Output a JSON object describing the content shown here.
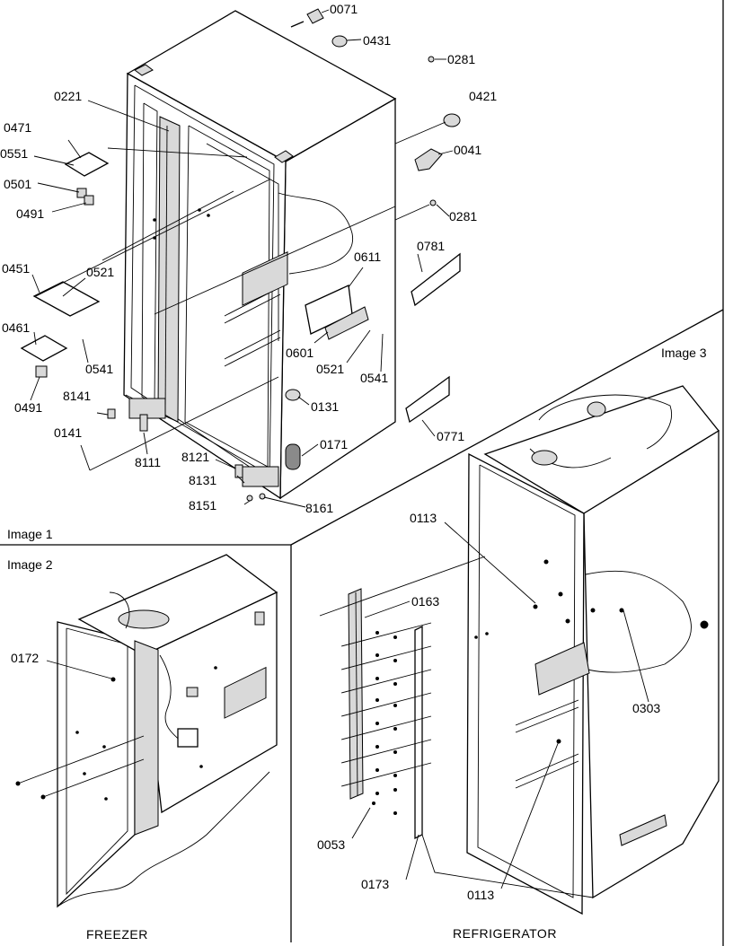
{
  "panels": {
    "image1": "Image 1",
    "image2": "Image 2",
    "image3": "Image 3"
  },
  "captions": {
    "freezer": "FREEZER",
    "refrigerator": "REFRIGERATOR"
  },
  "parts": {
    "p0071": "0071",
    "p0431": "0431",
    "p0281a": "0281",
    "p0421": "0421",
    "p0041": "0041",
    "p0281b": "0281",
    "p0781": "0781",
    "p0221": "0221",
    "p0471": "0471",
    "p0551": "0551",
    "p0501": "0501",
    "p0491a": "0491",
    "p0451": "0451",
    "p0521a": "0521",
    "p0461": "0461",
    "p0541a": "0541",
    "p0491b": "0491",
    "p0611": "0611",
    "p0601": "0601",
    "p0521b": "0521",
    "p0541b": "0541",
    "p0131": "0131",
    "p0771": "0771",
    "p0171": "0171",
    "p8141": "8141",
    "p0141": "0141",
    "p8111": "8111",
    "p8121": "8121",
    "p8131": "8131",
    "p8151": "8151",
    "p8161": "8161",
    "p0113a": "0113",
    "p0163": "0163",
    "p0303": "0303",
    "p0172": "0172",
    "p0053": "0053",
    "p0173": "0173",
    "p0113b": "0113"
  }
}
